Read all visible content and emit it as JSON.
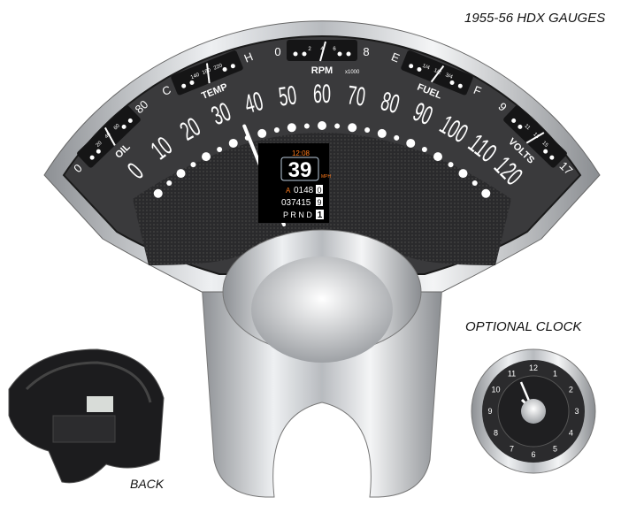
{
  "title": "1955-56 HDX GAUGES",
  "optional_clock_label": "OPTIONAL CLOCK",
  "back_label": "BACK",
  "speedometer": {
    "numbers": [
      "0",
      "10",
      "20",
      "30",
      "40",
      "50",
      "60",
      "70",
      "80",
      "90",
      "100",
      "110",
      "120"
    ],
    "needle_mph": 39
  },
  "gauges": {
    "oil": {
      "label": "OIL",
      "min": "0",
      "max": "80",
      "ticks": [
        "20",
        "40",
        "60"
      ]
    },
    "temp": {
      "label": "TEMP",
      "min": "C",
      "max": "H",
      "ticks": [
        "140",
        "180",
        "220"
      ]
    },
    "rpm": {
      "label": "RPM",
      "unit": "x1000",
      "min": "0",
      "max": "8",
      "ticks": [
        "2",
        "4",
        "6"
      ]
    },
    "fuel": {
      "label": "FUEL",
      "min": "E",
      "max": "F",
      "ticks": [
        "1/4",
        "1/2",
        "3/4"
      ]
    },
    "volts": {
      "label": "VOLTS",
      "min": "9",
      "max": "17",
      "ticks": [
        "11",
        "13",
        "15"
      ]
    }
  },
  "display": {
    "time": "12:08",
    "speed": "39",
    "speed_unit": "MPH",
    "trip_label": "A",
    "trip": "0148",
    "trip_decimal": "0",
    "odometer": "037415",
    "odometer_decimal": "9",
    "gears": "P R N D",
    "gear_selected": "1"
  },
  "clock": {
    "numbers": [
      "12",
      "1",
      "2",
      "3",
      "4",
      "5",
      "6",
      "7",
      "8",
      "9",
      "10",
      "11"
    ]
  },
  "colors": {
    "display_orange": "#ff7a1a",
    "face": "#3a3a3c",
    "chrome": "#c8cacc"
  }
}
